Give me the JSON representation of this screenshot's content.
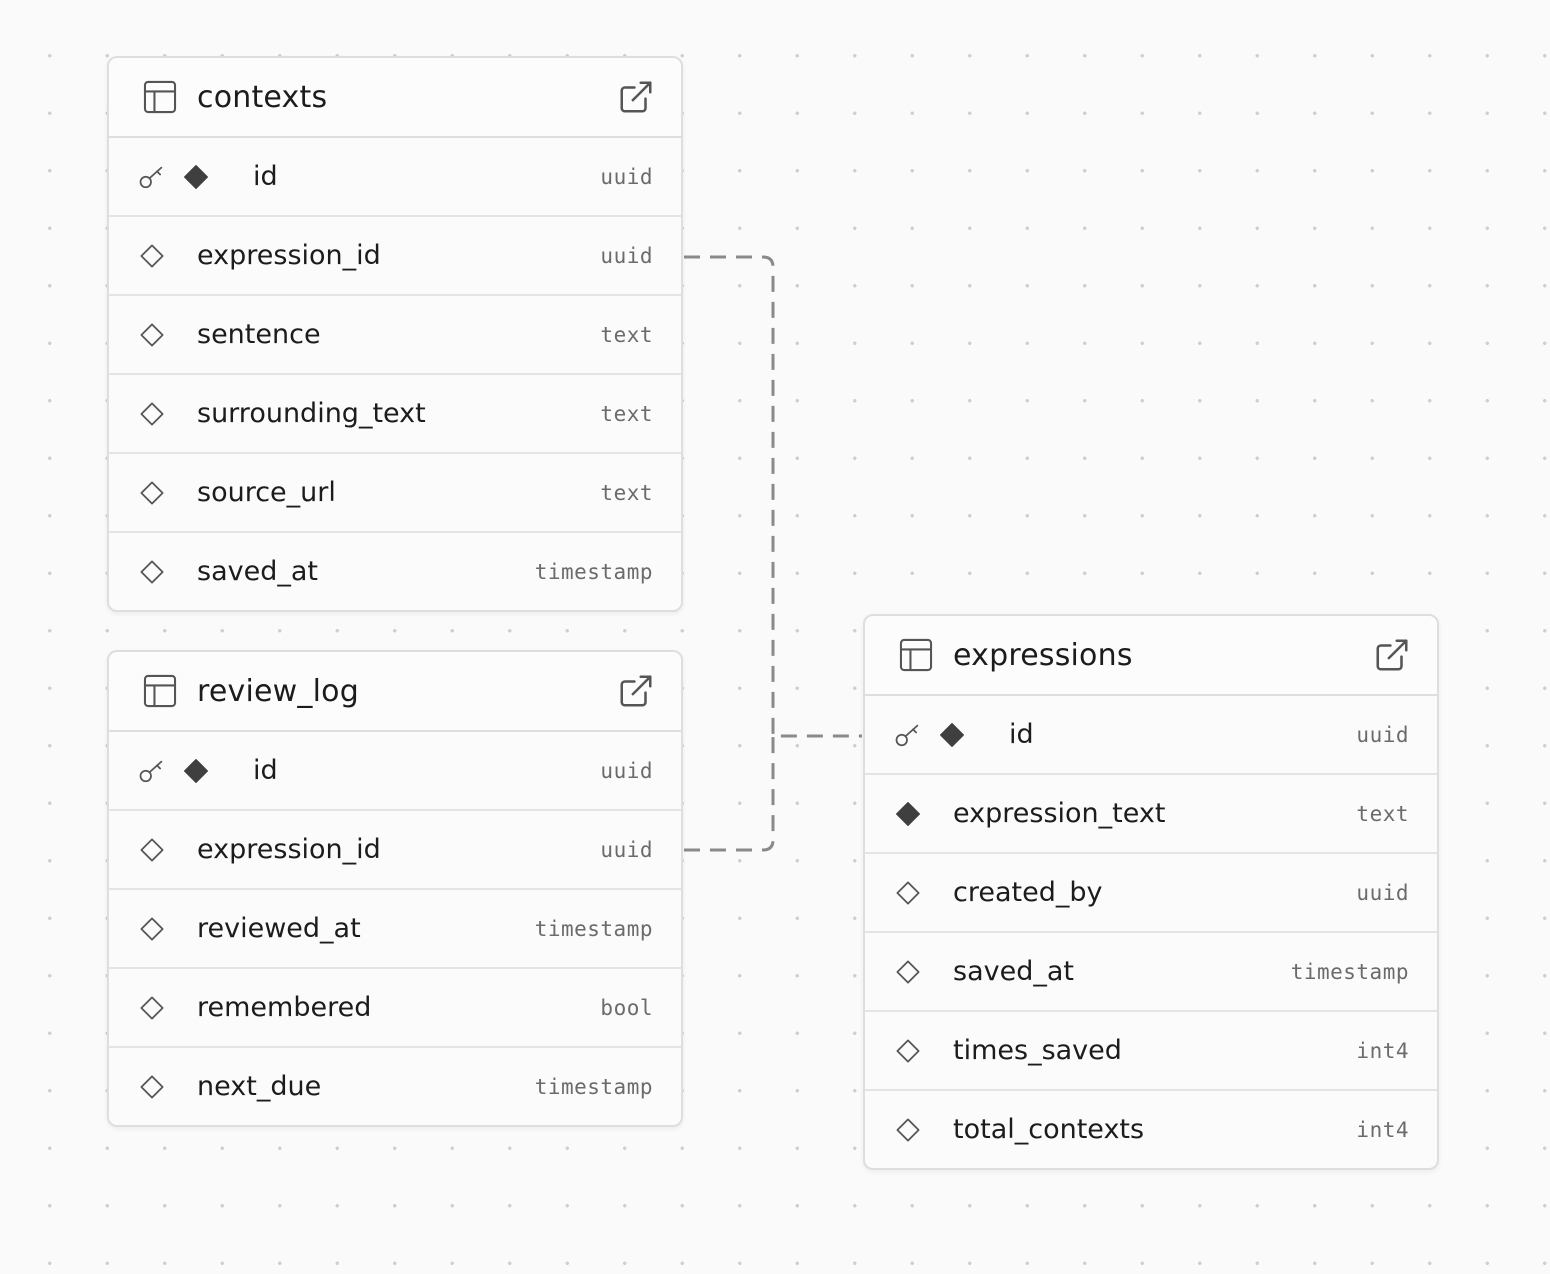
{
  "tables": [
    {
      "id": "contexts",
      "name": "contexts",
      "columns": [
        {
          "name": "id",
          "type": "uuid",
          "primary_key": true,
          "icon": "diamond-filled"
        },
        {
          "name": "expression_id",
          "type": "uuid",
          "primary_key": false,
          "icon": "diamond-outline"
        },
        {
          "name": "sentence",
          "type": "text",
          "primary_key": false,
          "icon": "diamond-outline"
        },
        {
          "name": "surrounding_text",
          "type": "text",
          "primary_key": false,
          "icon": "diamond-outline"
        },
        {
          "name": "source_url",
          "type": "text",
          "primary_key": false,
          "icon": "diamond-outline"
        },
        {
          "name": "saved_at",
          "type": "timestamp",
          "primary_key": false,
          "icon": "diamond-outline"
        }
      ]
    },
    {
      "id": "review_log",
      "name": "review_log",
      "columns": [
        {
          "name": "id",
          "type": "uuid",
          "primary_key": true,
          "icon": "diamond-filled"
        },
        {
          "name": "expression_id",
          "type": "uuid",
          "primary_key": false,
          "icon": "diamond-outline"
        },
        {
          "name": "reviewed_at",
          "type": "timestamp",
          "primary_key": false,
          "icon": "diamond-outline"
        },
        {
          "name": "remembered",
          "type": "bool",
          "primary_key": false,
          "icon": "diamond-outline"
        },
        {
          "name": "next_due",
          "type": "timestamp",
          "primary_key": false,
          "icon": "diamond-outline"
        }
      ]
    },
    {
      "id": "expressions",
      "name": "expressions",
      "columns": [
        {
          "name": "id",
          "type": "uuid",
          "primary_key": true,
          "icon": "diamond-filled"
        },
        {
          "name": "expression_text",
          "type": "text",
          "primary_key": false,
          "icon": "diamond-filled"
        },
        {
          "name": "created_by",
          "type": "uuid",
          "primary_key": false,
          "icon": "diamond-outline"
        },
        {
          "name": "saved_at",
          "type": "timestamp",
          "primary_key": false,
          "icon": "diamond-outline"
        },
        {
          "name": "times_saved",
          "type": "int4",
          "primary_key": false,
          "icon": "diamond-outline"
        },
        {
          "name": "total_contexts",
          "type": "int4",
          "primary_key": false,
          "icon": "diamond-outline"
        }
      ]
    }
  ],
  "relationships": [
    {
      "from": "contexts.expression_id",
      "to": "expressions.id"
    },
    {
      "from": "review_log.expression_id",
      "to": "expressions.id"
    }
  ],
  "colors": {
    "background": "#fafafa",
    "card": "#fbfbfb",
    "border": "#dedede",
    "connector": "#8a8a8a",
    "text": "#1c1c1c",
    "type_text": "#6b6b6b"
  }
}
